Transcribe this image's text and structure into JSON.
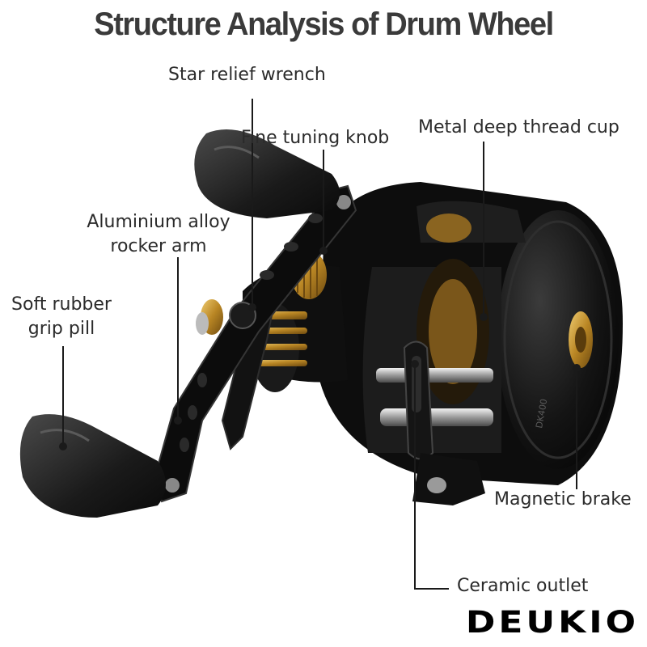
{
  "title": "Structure Analysis of Drum Wheel",
  "brand": "DEUKIO",
  "colors": {
    "reel_body": "#111111",
    "reel_highlight": "#3a3a3a",
    "gold": "#c8962e",
    "pointer": "#1a1a1a",
    "title": "#3a3a3a"
  },
  "labels": {
    "star_relief_wrench": "Star relief wrench",
    "fine_tuning_knob": "Fine tuning knob",
    "metal_deep_thread_cup": "Metal deep thread cup",
    "aluminium_alloy_rocker_arm_line1": "Aluminium alloy",
    "aluminium_alloy_rocker_arm_line2": "rocker arm",
    "soft_rubber_grip_pill_line1": "Soft rubber",
    "soft_rubber_grip_pill_line2": "grip pill",
    "magnetic_brake": "Magnetic brake",
    "ceramic_outlet": "Ceramic outlet"
  },
  "reel_side_text": "DK400"
}
